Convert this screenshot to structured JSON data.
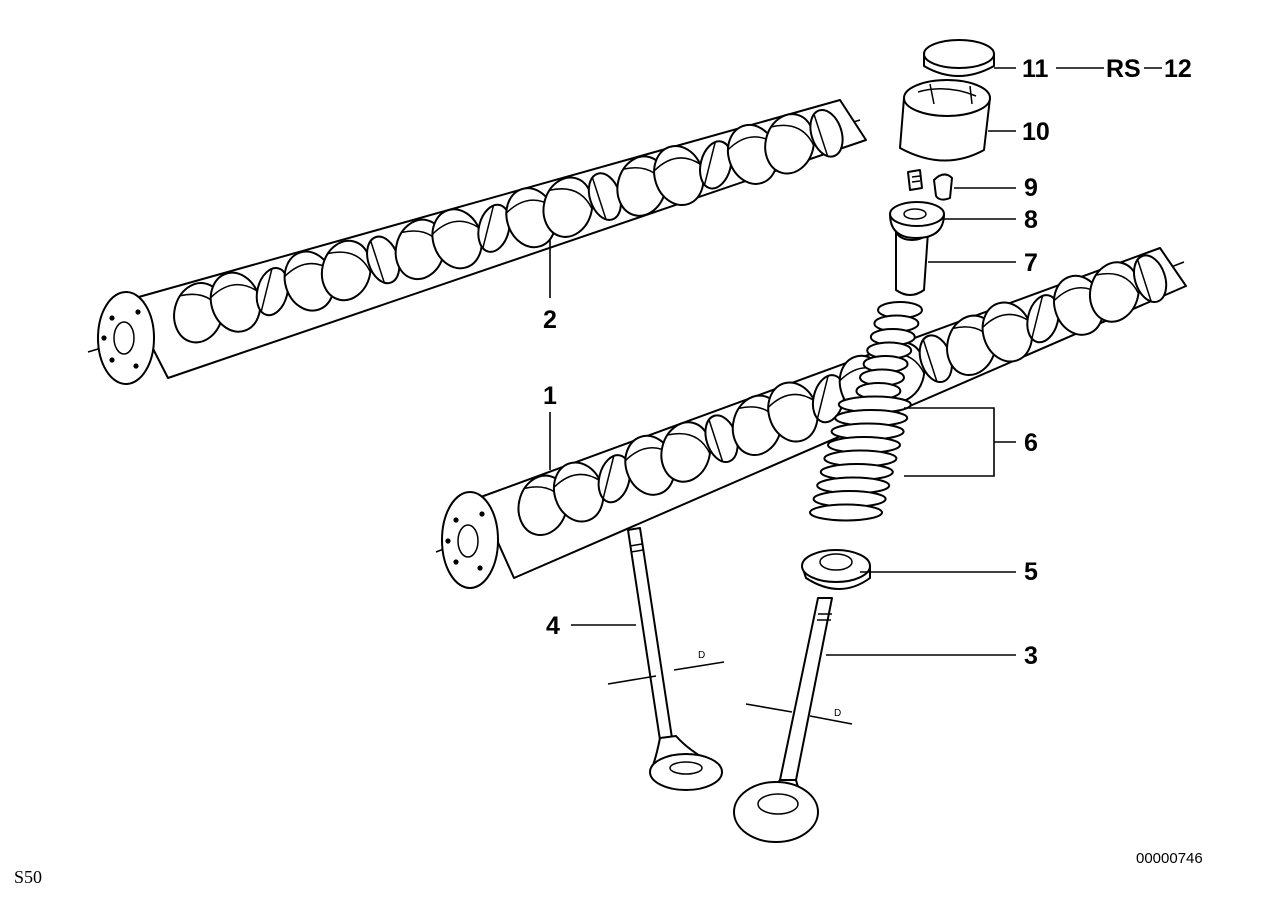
{
  "diagram": {
    "engine_code": "S50",
    "image_number": "00000746",
    "relation_label": "RS",
    "dimension_label": "D",
    "callouts": [
      "1",
      "2",
      "3",
      "4",
      "5",
      "6",
      "7",
      "8",
      "9",
      "10",
      "11",
      "12"
    ]
  }
}
